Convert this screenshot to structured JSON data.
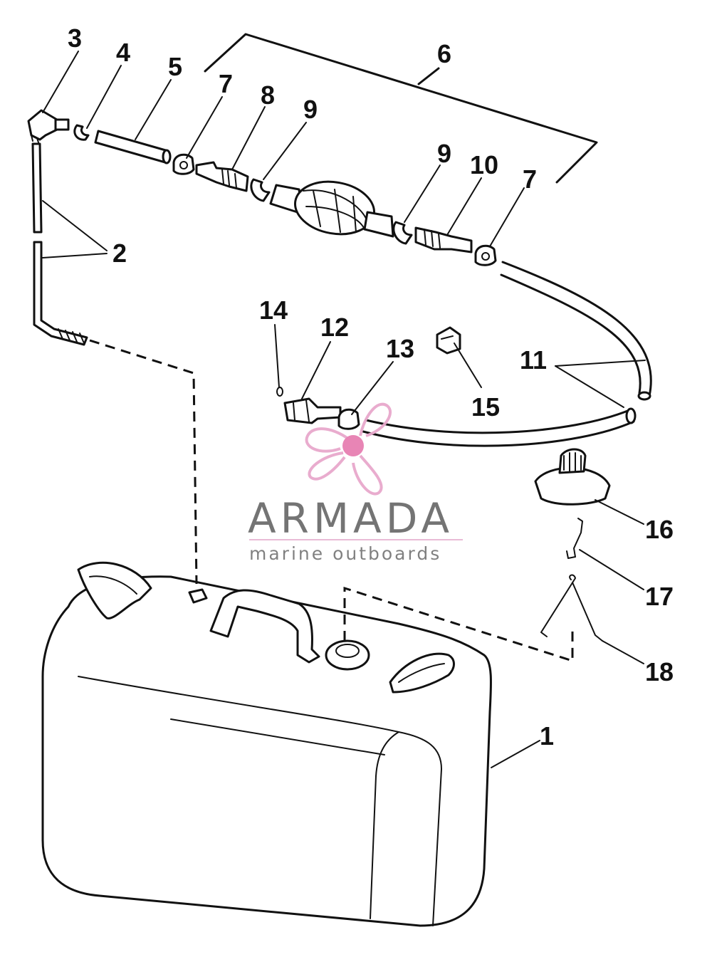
{
  "callouts": [
    "1",
    "2",
    "3",
    "4",
    "5",
    "6",
    "7",
    "8",
    "9",
    "9",
    "10",
    "7",
    "11",
    "12",
    "13",
    "14",
    "15",
    "16",
    "17",
    "18"
  ],
  "watermark": {
    "brand": "ARMADA",
    "tagline": "marine outboards",
    "logo_icon": "propeller-logo-icon",
    "logo_color": "#e8a8cc",
    "hub_color": "#e77fb2"
  },
  "colors": {
    "line": "#111111",
    "background": "#ffffff",
    "watermark_text": "#6d6d6d"
  }
}
